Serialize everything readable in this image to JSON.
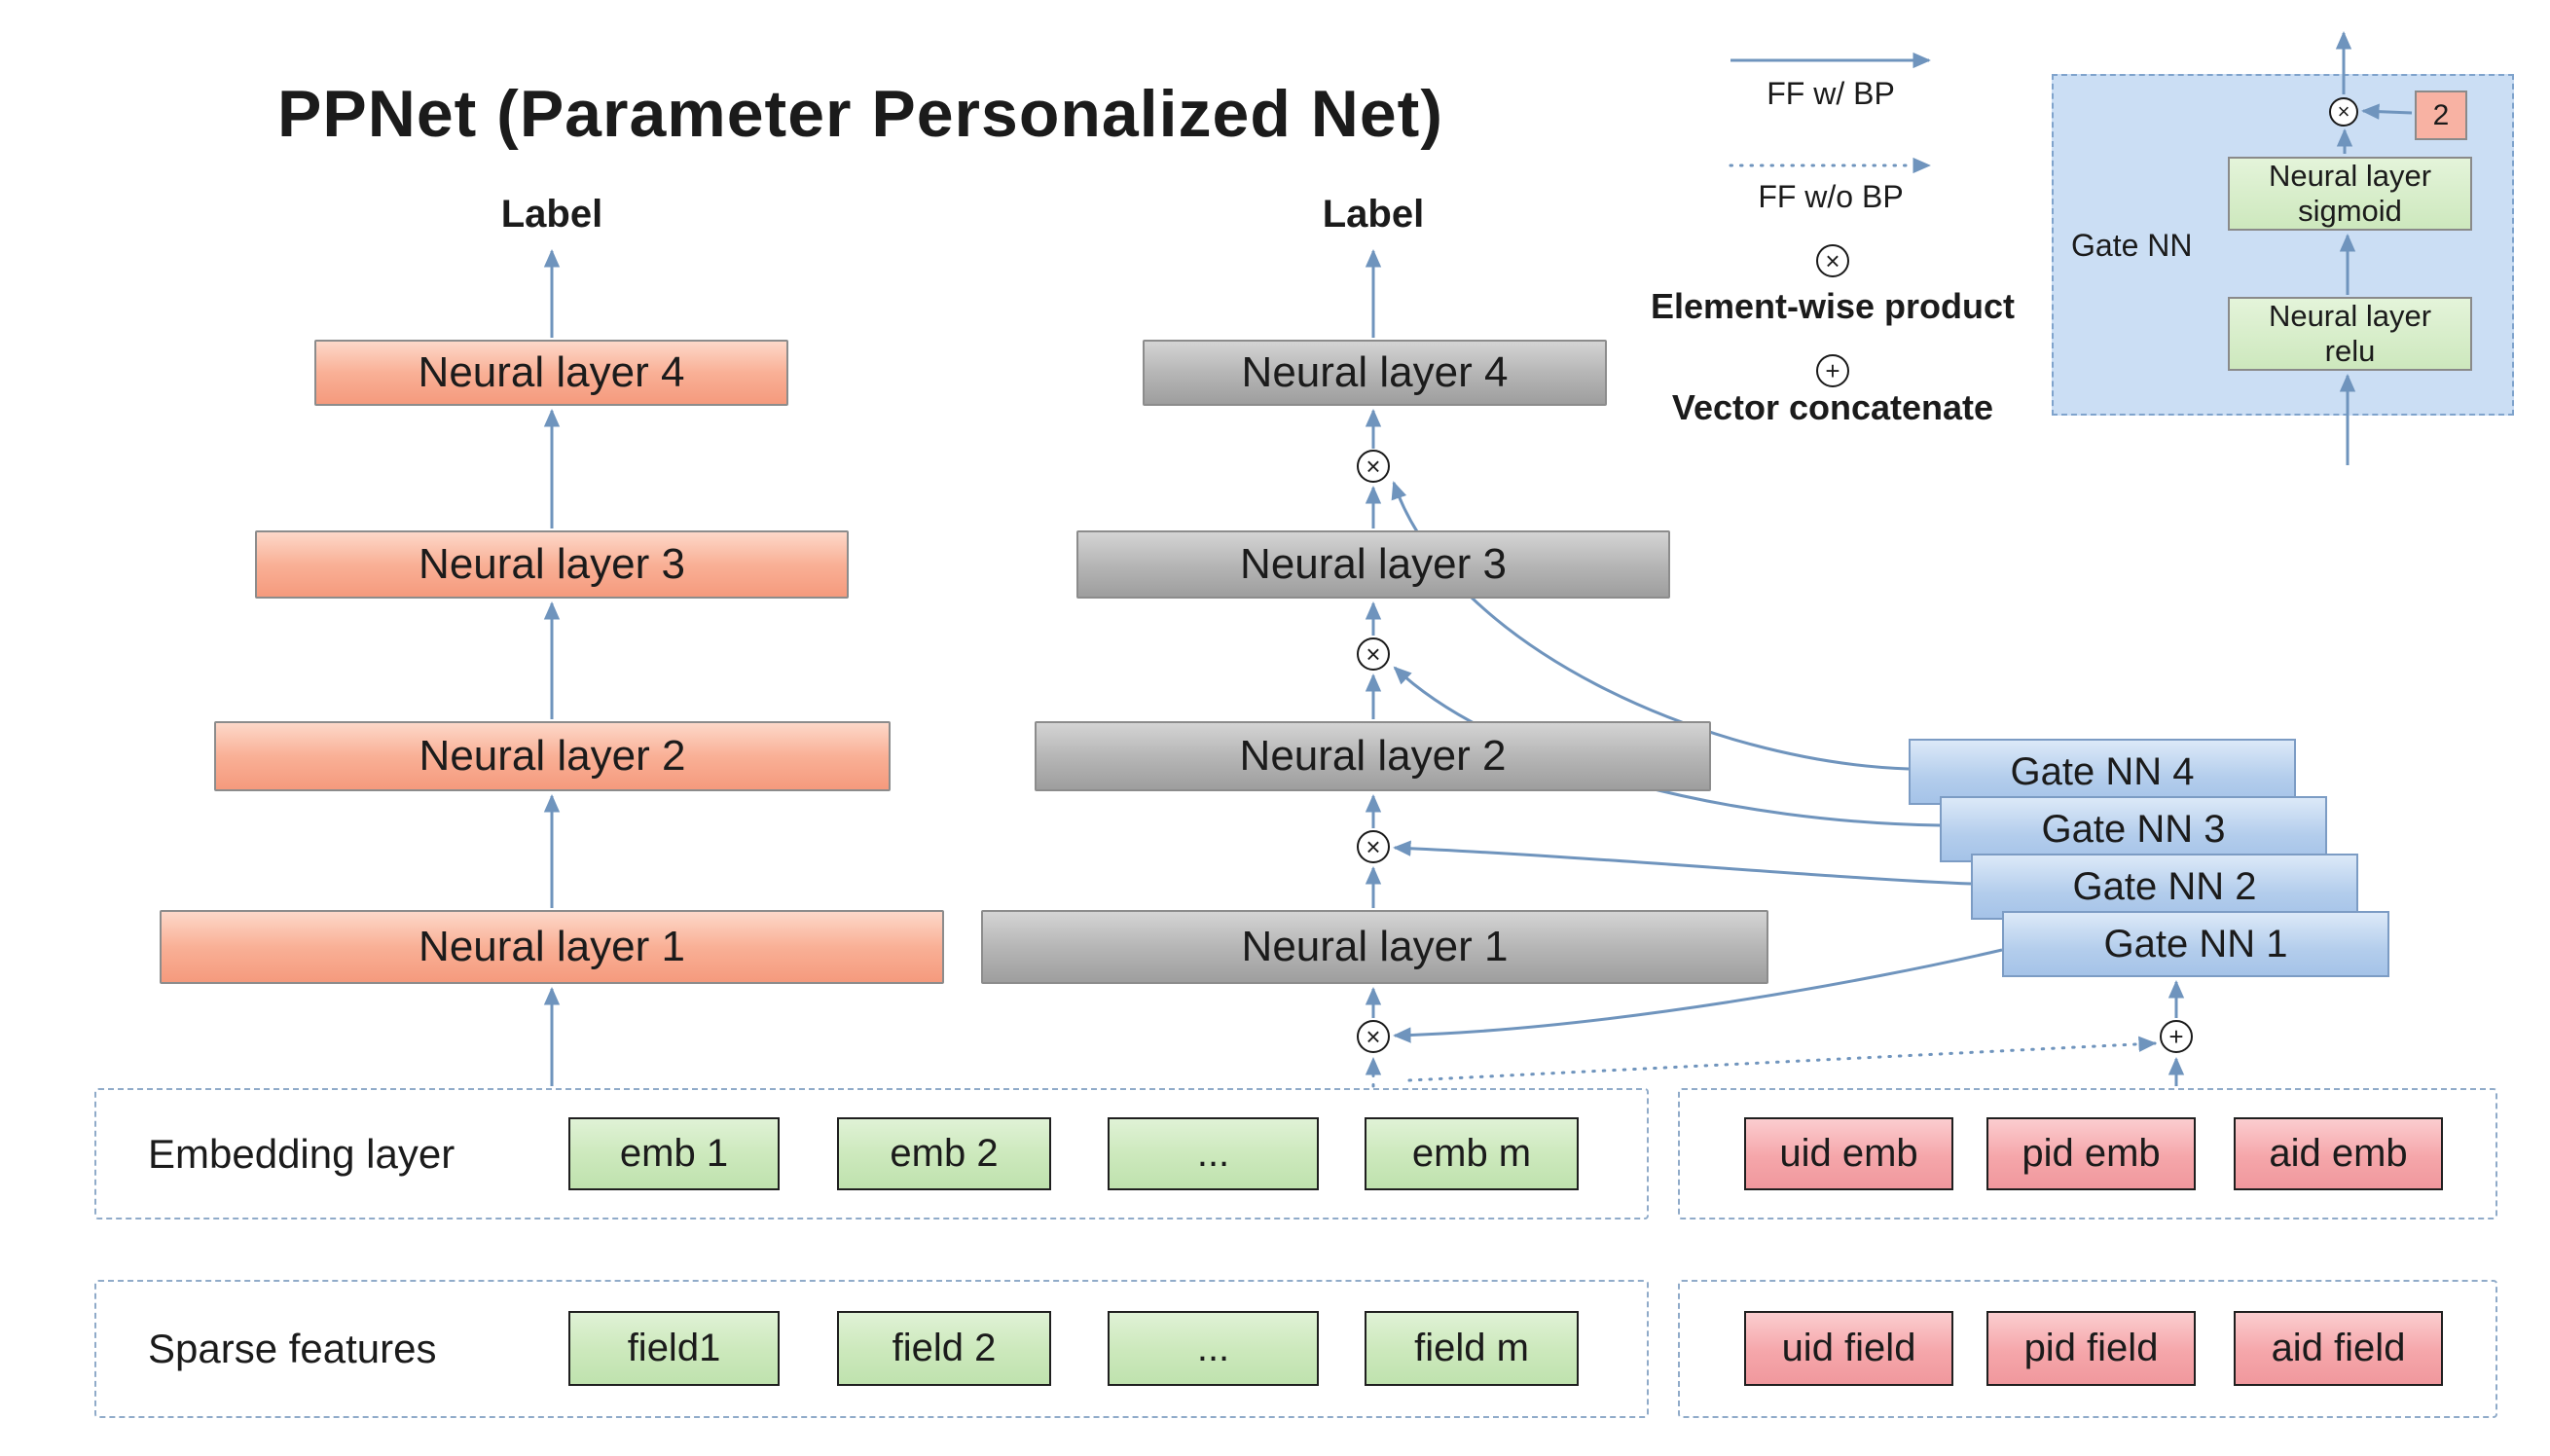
{
  "title": "PPNet (Parameter Personalized Net)",
  "legend": {
    "solid_arrow_label": "FF w/ BP",
    "dotted_arrow_label": "FF w/o BP",
    "product_label": "Element-wise product",
    "concat_label": "Vector concatenate"
  },
  "symbols": {
    "product": "×",
    "concat": "+"
  },
  "left_tower": {
    "output_label": "Label",
    "layers": [
      "Neural layer 4",
      "Neural layer 3",
      "Neural layer 2",
      "Neural layer 1"
    ]
  },
  "personalized_tower": {
    "output_label": "Label",
    "layers": [
      "Neural layer 4",
      "Neural layer 3",
      "Neural layer 2",
      "Neural layer 1"
    ]
  },
  "gate_stack": [
    "Gate NN 4",
    "Gate NN 3",
    "Gate NN 2",
    "Gate NN 1"
  ],
  "gate_detail": {
    "title": "Gate NN",
    "sigmoid_line1": "Neural layer",
    "sigmoid_line2": "sigmoid",
    "relu_line1": "Neural layer",
    "relu_line2": "relu",
    "scale_value": "2"
  },
  "embedding_row": {
    "label": "Embedding layer",
    "items": [
      "emb 1",
      "emb 2",
      "...",
      "emb m"
    ],
    "id_items": [
      "uid emb",
      "pid emb",
      "aid emb"
    ]
  },
  "sparse_row": {
    "label": "Sparse features",
    "items": [
      "field1",
      "field 2",
      "...",
      "field m"
    ],
    "id_items": [
      "uid field",
      "pid field",
      "aid field"
    ]
  },
  "colors": {
    "arrow": "#6f94bd",
    "left_tower_fill": "#f9b096",
    "personalized_tower_fill": "#b6b6b6",
    "gate_fill": "#b3cdec",
    "embedding_fill": "#cde9bd",
    "id_fill": "#f5a6aa",
    "inset_background": "#cbdef4"
  }
}
